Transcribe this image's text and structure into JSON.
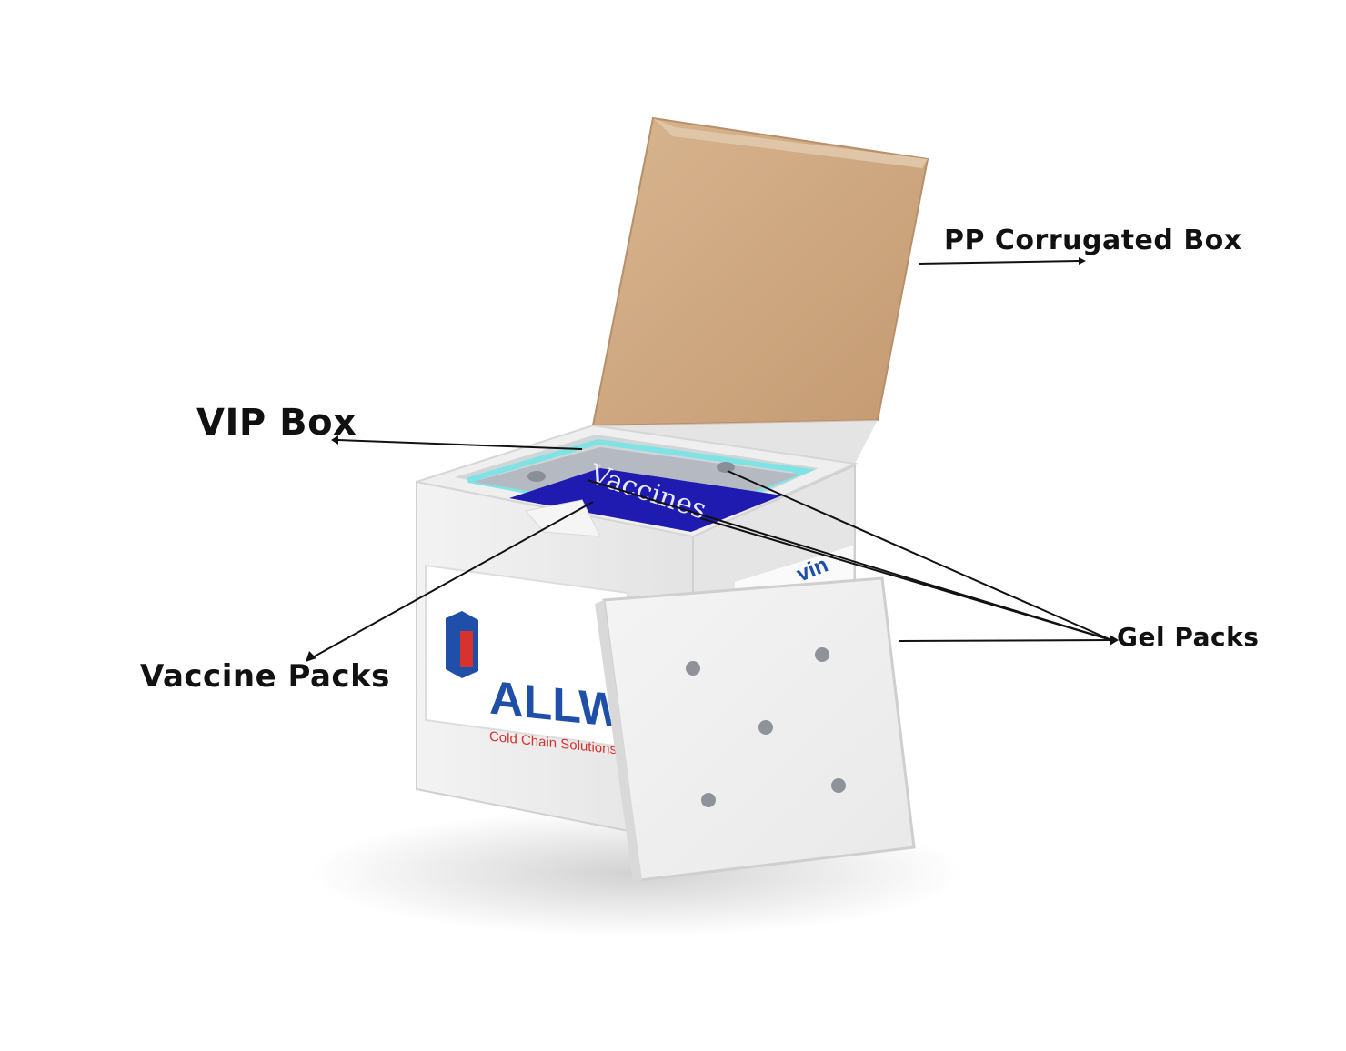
{
  "labels": {
    "pp_corrugated_box": "PP Corrugated Box",
    "vip_box": "VIP Box",
    "vaccine_packs": "Vaccine Packs",
    "gel_packs": "Gel Packs"
  },
  "product": {
    "inner_pack_text": "Vaccines",
    "logo_text": "ALLW",
    "logo_tagline": "Cold Chain Solutions Pv"
  },
  "colors": {
    "corrugated": "#caa47e",
    "vip_blue": "#1f1ab0",
    "panel_white": "#f2f2f2",
    "logo_blue": "#1f4fa8",
    "logo_red": "#d8322c",
    "vip_edge": "#7fe3e6",
    "leader_line": "#111111"
  }
}
